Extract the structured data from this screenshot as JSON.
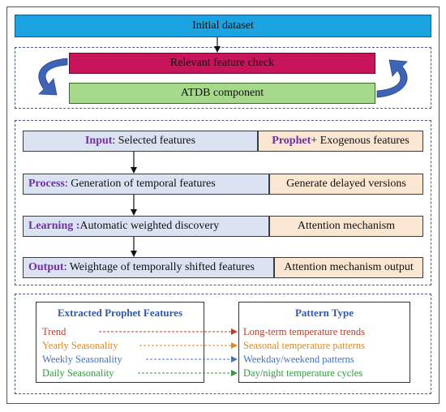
{
  "top": {
    "initial": "Initial dataset",
    "relevant": "Relevant feature check",
    "atdb": "ATDB component"
  },
  "rows": [
    {
      "keyword": "Input",
      "rest": " : Selected  features",
      "right_kw": "Prophet",
      "right_rest": " + Exogenous features"
    },
    {
      "keyword": "Process",
      "rest": " : Generation of temporal features",
      "right": "Generate delayed versions"
    },
    {
      "keyword": "Learning :",
      "rest": " Automatic weighted discovery",
      "right": "Attention mechanism"
    },
    {
      "keyword": "Output",
      "rest": " : Weightage of temporally shifted features",
      "right": "Attention mechanism output"
    }
  ],
  "legend": {
    "left_title": "Extracted Prophet Features",
    "right_title": "Pattern Type",
    "items": [
      {
        "feature": "Trend",
        "pattern": "Long-term temperature trends",
        "color": "#c0392b"
      },
      {
        "feature": "Yearly Seasonality",
        "pattern": "Seasonal temperature patterns",
        "color": "#e08a1e"
      },
      {
        "feature": "Weekly Seasonality",
        "pattern": "Weekday/weekend patterns",
        "color": "#4472c4"
      },
      {
        "feature": "Daily Seasonality",
        "pattern": "Day/night temperature cycles",
        "color": "#2e9e3a"
      }
    ]
  },
  "colors": {
    "initial_fill": "#1ba3e2",
    "relevant_fill": "#c7145a",
    "atdb_fill": "#a6d98b",
    "curved_arrow": "#3f63b5",
    "keyword": "#7030a0"
  }
}
